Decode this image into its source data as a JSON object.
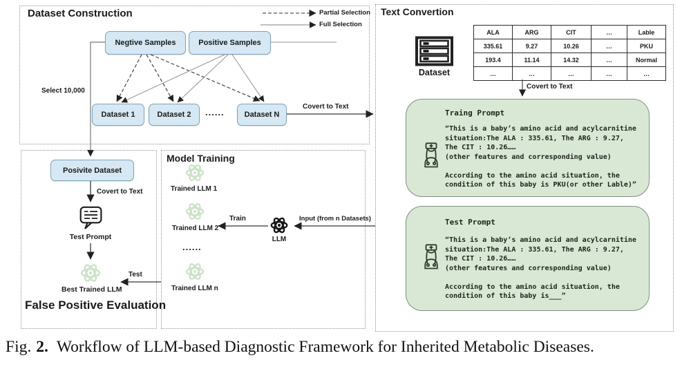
{
  "sections": {
    "dataset_construction": {
      "title": "Dataset Construction",
      "legend": {
        "partial": "Partial Selection",
        "full": "Full Selection"
      },
      "negative_box": "Negtive Samples",
      "positive_box": "Positive Samples",
      "select_label": "Select 10,000",
      "datasets": [
        "Dataset 1",
        "Dataset 2",
        "Dataset N"
      ],
      "dots": "......",
      "covert_label": "Covert to Text"
    },
    "text_convertion": {
      "title": "Text Convertion",
      "dataset_icon_label": "Dataset",
      "covert_label": "Covert to Text",
      "table": {
        "headers": [
          "ALA",
          "ARG",
          "CIT",
          "…",
          "Lable"
        ],
        "rows": [
          [
            "335.61",
            "9.27",
            "10.26",
            "…",
            "PKU"
          ],
          [
            "193.4",
            "11.14",
            "14.32",
            "…",
            "Normal"
          ],
          [
            "…",
            "…",
            "…",
            "…",
            "…"
          ]
        ]
      },
      "training_prompt": {
        "title": "Traing Prompt",
        "body": "“This is a baby’s amino acid and acylcarnitine\nsituation:The ALA : 335.61, The ARG : 9.27,\nThe CIT : 10.26……\n(other features and corresponding value)\n\nAccording to the amino acid situation, the\ncondition of this baby is PKU(or other Lable)”"
      },
      "test_prompt": {
        "title": "Test Prompt",
        "body": "“This is a baby’s amino acid and acylcarnitine\nsituation:The ALA : 335.61, The ARG : 9.27,\nThe CIT : 10.26……\n(other features and corresponding value)\n\nAccording to the amino acid situation, the\ncondition of this baby is___”"
      }
    },
    "model_training": {
      "title": "Model Training",
      "items": [
        "Trained LLM 1",
        "Trained LLM 2",
        "Trained LLM n"
      ],
      "dots": "......",
      "llm_label": "LLM",
      "train_label": "Train",
      "input_label": "Input (from n Datasets)"
    },
    "false_positive": {
      "title": "False Positive Evaluation",
      "positive_dataset": "Posivite Dataset",
      "covert_label": "Covert to Text",
      "test_prompt_label": "Test Prompt",
      "best_llm_label": "Best Trained LLM",
      "test_label": "Test"
    }
  },
  "caption": {
    "fig": "Fig.",
    "num": "2.",
    "text": "Workflow of LLM-based Diagnostic Framework for Inherited Metabolic Diseases."
  },
  "colors": {
    "box_blue": "#d6e8f3",
    "box_green": "#d9e8d4",
    "atom_green": "#cde3c8"
  }
}
